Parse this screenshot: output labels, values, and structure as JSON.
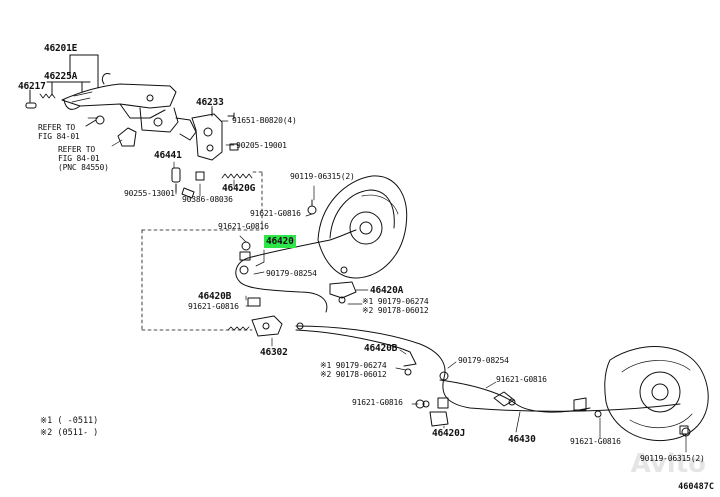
{
  "labels": {
    "p46201E": "46201E",
    "p46225A": "46225A",
    "p46217": "46217",
    "p46233": "46233",
    "p91651": "91651-B0820(4)",
    "refer1a": "REFER TO",
    "refer1b": "FIG 84-01",
    "refer2a": "REFER TO",
    "refer2b": "FIG 84-01",
    "refer2c": "(PNC 84550)",
    "p90205": "90205-19001",
    "p46441": "46441",
    "p90255": "90255-13001",
    "p90386": "90386-08036",
    "p46420G": "46420G",
    "p90119a": "90119-06315(2)",
    "p91621a": "91621-G0816",
    "p91621b": "91621-G0816",
    "p46420": "46420",
    "p90179a": "90179-08254",
    "p46420A": "46420A",
    "p90179b": "※1 90179-06274",
    "p90178a": "※2 90178-06012",
    "p46420B": "46420B",
    "p91621c": "91621-G0816",
    "p46302": "46302",
    "p46420B2": "46420B",
    "p90179c": "90179-08254",
    "p90179d": "※1 90179-06274",
    "p90178b": "※2 90178-06012",
    "p91621d": "91621-G0816",
    "p91621e": "91621-G0816",
    "p46420J": "46420J",
    "p46430": "46430",
    "p91621f": "91621-G0816",
    "p90119b": "90119-06315(2)"
  },
  "notes": {
    "line1": "※1 (    -0511)",
    "line2": "※2 (0511-    )"
  },
  "figure_id": "460487C",
  "watermark": "Avito",
  "highlight_color": "#2fe64a"
}
